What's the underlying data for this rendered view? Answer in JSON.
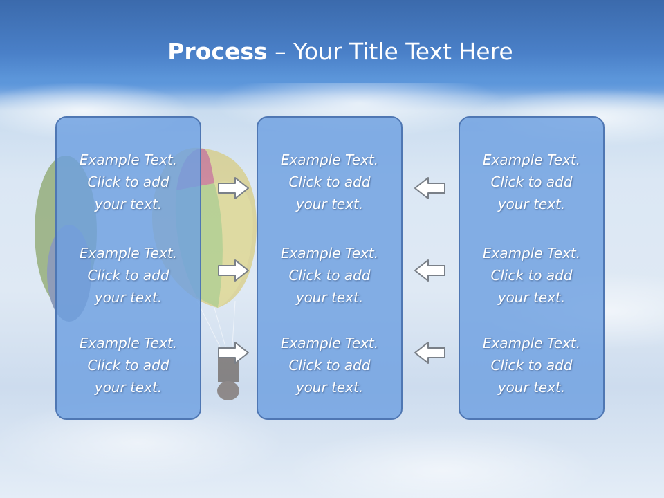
{
  "slide": {
    "title_bold": "Process",
    "title_rest": " – Your Title Text Here"
  },
  "columns": [
    {
      "items": [
        {
          "line1": "Example Text.",
          "line2": "Click  to add",
          "line3": "your text."
        },
        {
          "line1": "Example Text.",
          "line2": "Click  to add",
          "line3": "your text."
        },
        {
          "line1": "Example Text.",
          "line2": "Click  to add",
          "line3": "your text."
        }
      ]
    },
    {
      "items": [
        {
          "line1": "Example Text.",
          "line2": "Click  to add",
          "line3": "your text."
        },
        {
          "line1": "Example Text.",
          "line2": "Click  to add",
          "line3": "your text."
        },
        {
          "line1": "Example Text.",
          "line2": "Click  to add",
          "line3": "your text."
        }
      ]
    },
    {
      "items": [
        {
          "line1": "Example Text.",
          "line2": "Click  to add",
          "line3": "your text."
        },
        {
          "line1": "Example Text.",
          "line2": "Click  to add",
          "line3": "your text."
        },
        {
          "line1": "Example Text.",
          "line2": "Click  to add",
          "line3": "your text."
        }
      ]
    }
  ],
  "arrows": {
    "left_group": "right-arrow-icon",
    "right_group": "left-arrow-icon"
  },
  "colors": {
    "panel_fill": "#6ea0e1",
    "panel_border": "#4f77b3",
    "sky_top": "#3b6aac"
  }
}
